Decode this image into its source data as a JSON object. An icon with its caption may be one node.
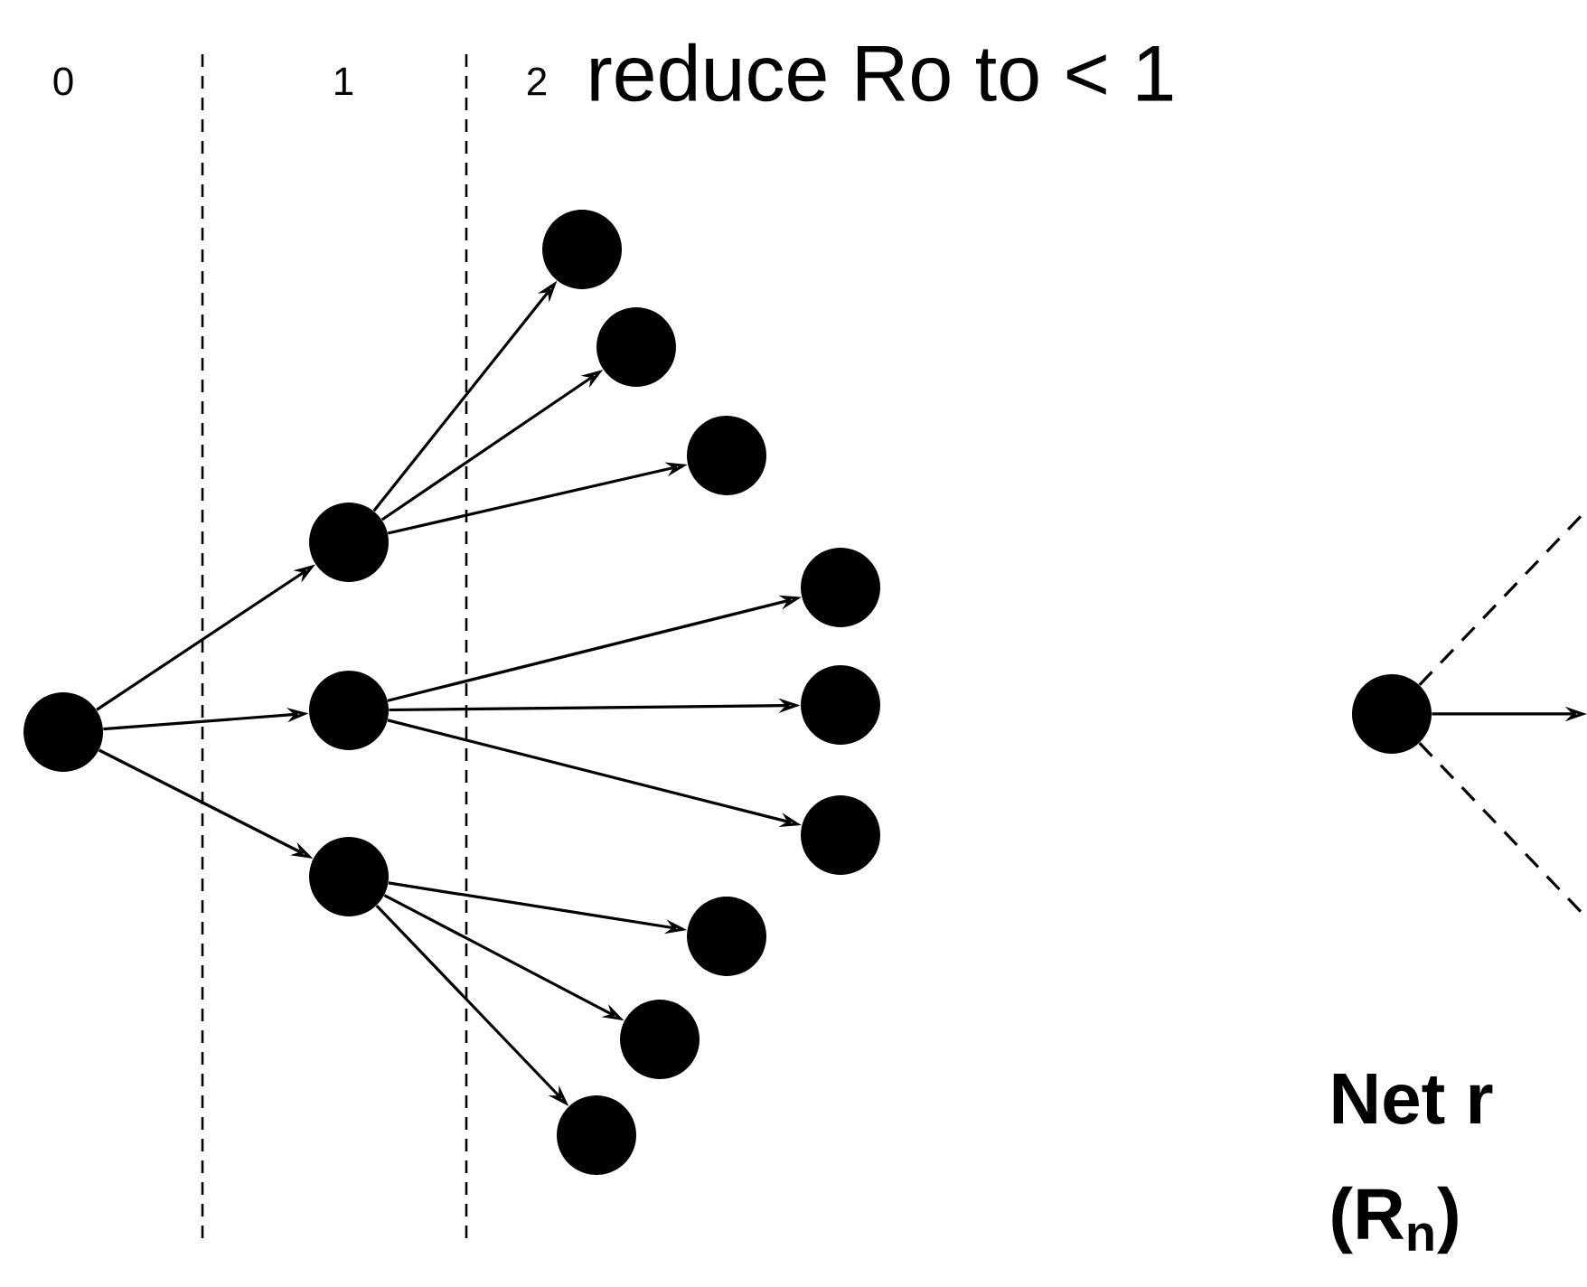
{
  "diagram": {
    "title": "reduce Ro to < 1",
    "nodes": [
      {
        "text": [],
        "shape": "circle"
      },
      {
        "text": [],
        "shape": "circle"
      },
      {
        "text": [],
        "shape": "circle"
      },
      {
        "text": [],
        "shape": "circle"
      },
      {
        "text": [],
        "shape": "circle"
      },
      {
        "text": [],
        "shape": "circle"
      },
      {
        "text": [],
        "shape": "circle"
      },
      {
        "text": [],
        "shape": "circle"
      },
      {
        "text": [],
        "shape": "circle"
      },
      {
        "text": [],
        "shape": "circle"
      },
      {
        "text": [],
        "shape": "circle"
      },
      {
        "text": [],
        "shape": "circle"
      },
      {
        "text": [],
        "shape": "circle"
      },
      {
        "text": [],
        "shape": "circle"
      }
    ],
    "edges": [
      {
        "from": 0,
        "to": 1,
        "arrow": "to"
      },
      {
        "from": 0,
        "to": 2,
        "arrow": "to"
      },
      {
        "from": 0,
        "to": 3,
        "arrow": "to"
      },
      {
        "from": 1,
        "to": 4,
        "arrow": "to"
      },
      {
        "from": 1,
        "to": 5,
        "arrow": "to"
      },
      {
        "from": 1,
        "to": 6,
        "arrow": "to"
      },
      {
        "from": 2,
        "to": 7,
        "arrow": "to"
      },
      {
        "from": 2,
        "to": 8,
        "arrow": "to"
      },
      {
        "from": 2,
        "to": 9,
        "arrow": "to"
      },
      {
        "from": 3,
        "to": 10,
        "arrow": "to"
      },
      {
        "from": 3,
        "to": 11,
        "arrow": "to"
      },
      {
        "from": 3,
        "to": 12,
        "arrow": "to"
      },
      {
        "from": 13,
        "to": null,
        "arrow": "to"
      },
      {
        "from": 13,
        "to": null,
        "arrow": "none",
        "style": "dashed"
      },
      {
        "from": 13,
        "to": null,
        "arrow": "none",
        "style": "dashed"
      }
    ],
    "labels": [
      "0",
      "1",
      "2",
      "Net r",
      "(R$_{n}$)"
    ]
  }
}
